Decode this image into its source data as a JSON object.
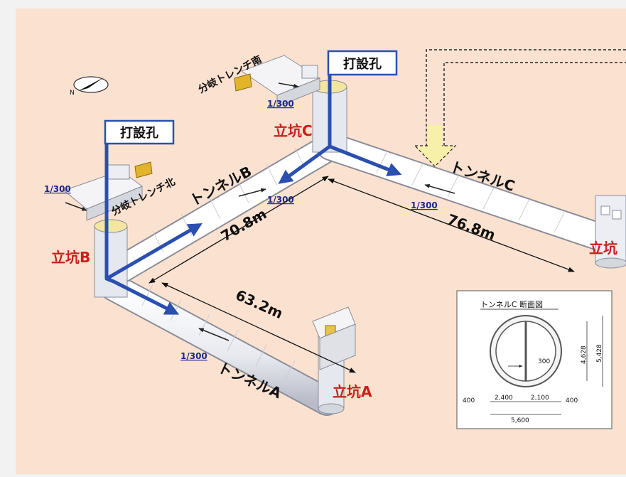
{
  "boreholes": [
    {
      "id": "left",
      "label": "打設孔"
    },
    {
      "id": "top",
      "label": "打設孔"
    }
  ],
  "shafts": [
    {
      "id": "A",
      "label": "立坑A"
    },
    {
      "id": "B",
      "label": "立坑B"
    },
    {
      "id": "C",
      "label": "立坑C"
    },
    {
      "id": "D",
      "label": "立坑"
    }
  ],
  "tunnels": [
    {
      "id": "A",
      "label": "トンネルA"
    },
    {
      "id": "B",
      "label": "トンネルB"
    },
    {
      "id": "C",
      "label": "トンネルC"
    }
  ],
  "trenches": [
    {
      "id": "north",
      "label": "分岐トレンチ北"
    },
    {
      "id": "south",
      "label": "分岐トレンチ南"
    }
  ],
  "slopes": {
    "trench_south": "1/300",
    "trench_north": "1/300",
    "tunnel_b": "1/300",
    "tunnel_c": "1/300",
    "tunnel_a": "1/300"
  },
  "dimensions": {
    "tunnel_b_length": "70.8m",
    "tunnel_c_length": "76.8m",
    "tunnel_a_length": "63.2m"
  },
  "cross_section": {
    "title": "トンネルC 断面図",
    "w400_left": "400",
    "w2400": "2,400",
    "w2100": "2,100",
    "w400_right": "400",
    "w5600": "5,600",
    "h300": "300",
    "h4628": "4,628",
    "h5428": "5,428"
  },
  "colors": {
    "background": "#fbe2d0",
    "outer": "#f2f2f2",
    "arrow_blue": "#2a4fb0",
    "label_red": "#c8201c",
    "flow_arrow": "#f6f0a8"
  }
}
